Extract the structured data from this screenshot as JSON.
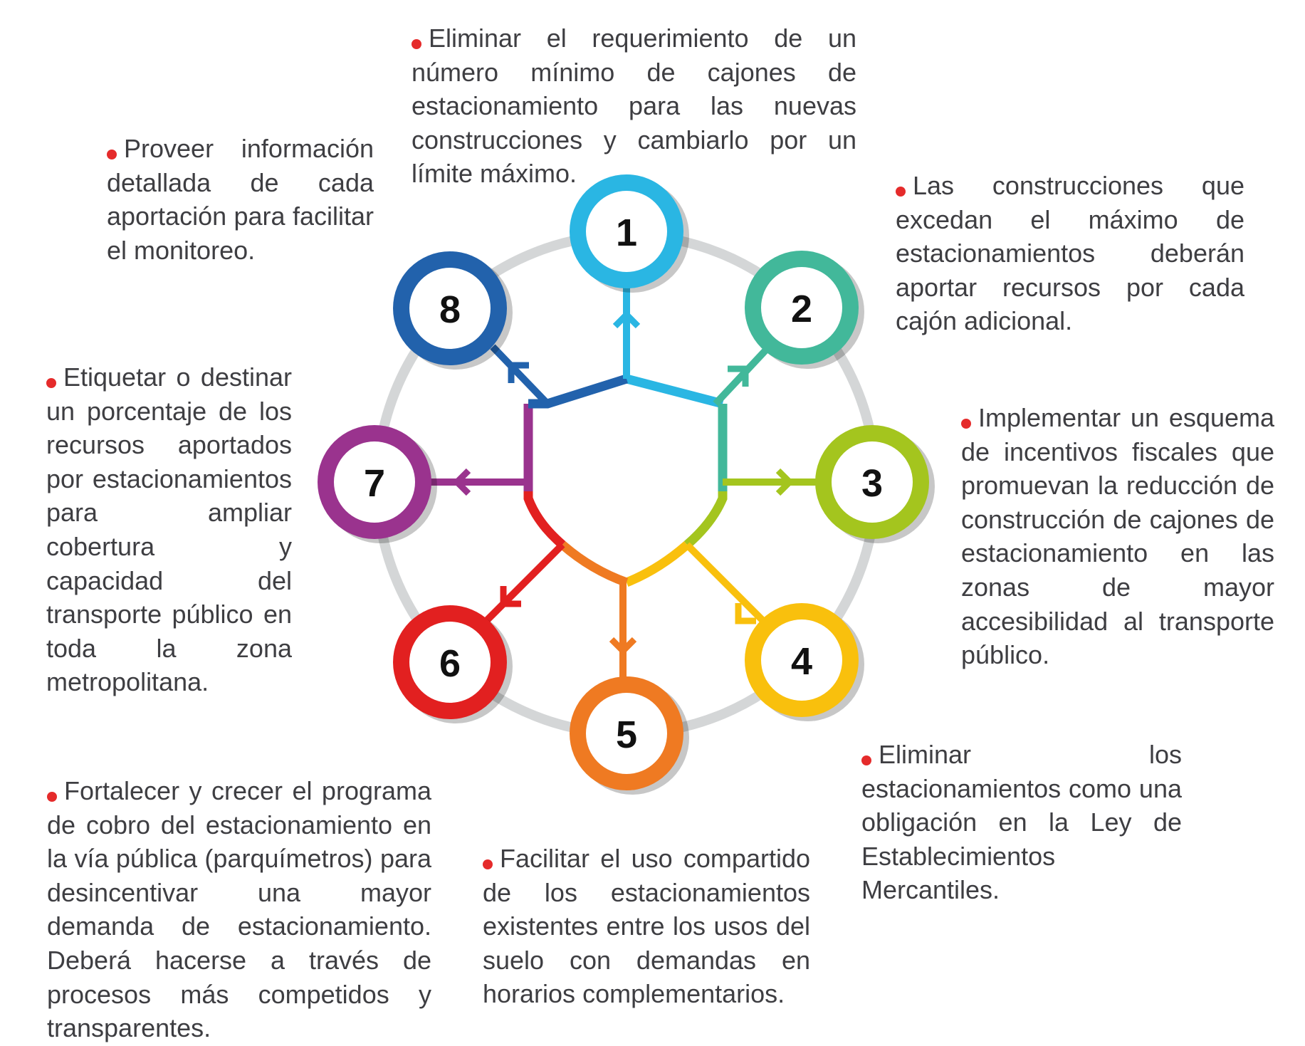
{
  "colors": {
    "bullet": "#e52b2b",
    "outer_ring": "#d4d6d7",
    "text": "#3e3e42",
    "number": "#111111"
  },
  "steps": [
    {
      "number": "1",
      "color": "#2ab6e3",
      "text": "Eliminar el requerimiento de un número mínimo de cajones de estacionamiento para las nuevas construcciones y cambiarlo por un límite máximo."
    },
    {
      "number": "2",
      "color": "#42b89a",
      "text": "Las construcciones que excedan el máximo de estacionamientos deberán aportar recursos por cada cajón adicional."
    },
    {
      "number": "3",
      "color": "#a4c51e",
      "text": "Implementar un esquema de incentivos fiscales que promuevan la reducción de construcción de cajones de estacionamiento en las zonas de mayor accesibilidad al transporte público."
    },
    {
      "number": "4",
      "color": "#f9c00d",
      "text": "Eliminar los estacionamientos como una obligación en la Ley de Establecimientos Mercantiles."
    },
    {
      "number": "5",
      "color": "#ef7a22",
      "text": "Facilitar el uso compartido de los estacionamientos existentes entre los usos del suelo con demandas en horarios complementarios."
    },
    {
      "number": "6",
      "color": "#e22020",
      "text": "Fortalecer y crecer el programa de cobro del estacionamiento en la vía pública (parquímetros) para desincentivar una mayor demanda de estacionamiento. Deberá hacerse a través de procesos más competidos y transparentes."
    },
    {
      "number": "7",
      "color": "#9a338e",
      "text": "Etiquetar o destinar un porcentaje de los recursos aportados por estacionamientos para ampliar cobertura y capacidad del transporte público en toda la zona metropolitana."
    },
    {
      "number": "8",
      "color": "#2262ac",
      "text": "Proveer información detallada de cada aportación para facilitar el monitoreo."
    }
  ]
}
